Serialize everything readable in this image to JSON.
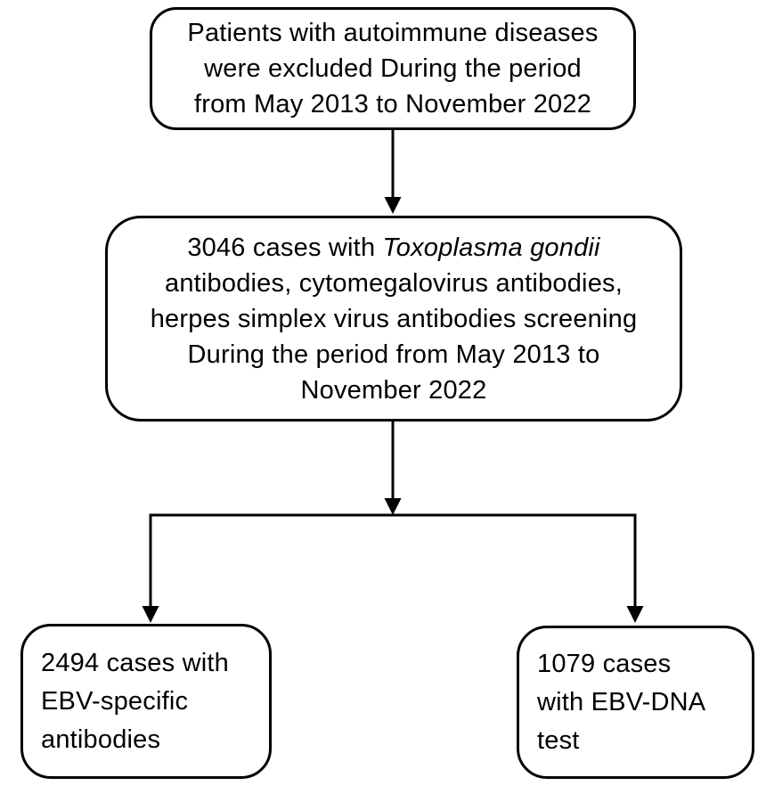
{
  "diagram": {
    "type": "flowchart",
    "colors": {
      "line": "#000000",
      "text": "#000000",
      "background": "#ffffff"
    },
    "nodes": {
      "exclusion": {
        "lines": [
          "Patients with autoimmune diseases",
          "were excluded During the period",
          "from May 2013 to November 2022"
        ]
      },
      "screening": {
        "line1_regular": "3046 cases with ",
        "line1_italic": "Toxoplasma gondii",
        "lines_rest": [
          "antibodies, cytomegalovirus antibodies,",
          "herpes simplex virus antibodies screening",
          "During the period from May 2013 to",
          "November 2022"
        ]
      },
      "ebv_antibodies": {
        "lines": [
          "2494 cases with",
          "EBV-specific",
          "antibodies"
        ]
      },
      "ebv_dna": {
        "lines": [
          "1079 cases",
          "with EBV-DNA",
          "test"
        ]
      }
    }
  }
}
